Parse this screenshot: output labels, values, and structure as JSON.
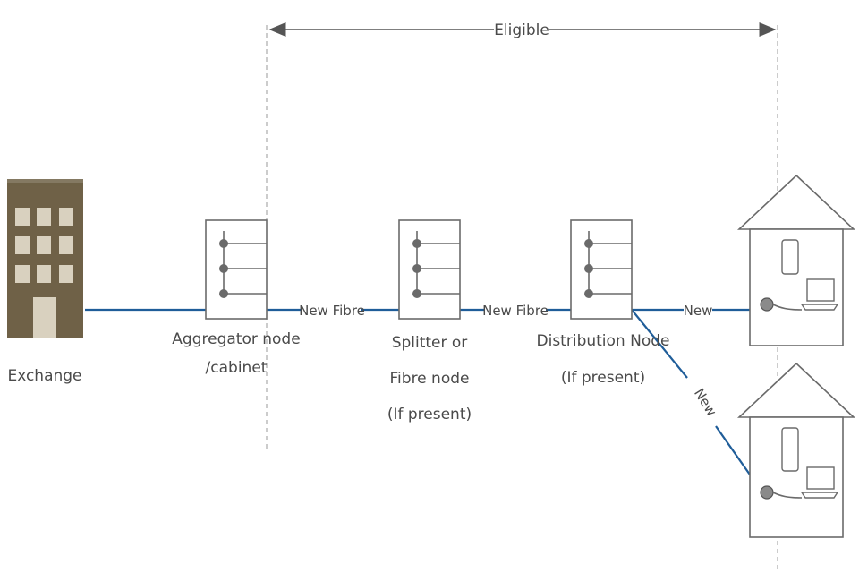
{
  "diagram": {
    "eligible_label": "Eligible",
    "exchange_label": "Exchange",
    "aggregator_label_line1": "Aggregator node",
    "aggregator_label_line2": "/cabinet",
    "splitter_label_line1": "Splitter or",
    "splitter_label_line2": "Fibre node",
    "splitter_label_line3": "(If present)",
    "distribution_label_line1": "Distribution Node",
    "distribution_label_line2": "(If present)",
    "link1_label": "New Fibre",
    "link2_label": "New Fibre",
    "link3_label": "New",
    "link4_label": "New"
  },
  "colors": {
    "fiber": "#1f5d99",
    "building": "#6f6147"
  }
}
